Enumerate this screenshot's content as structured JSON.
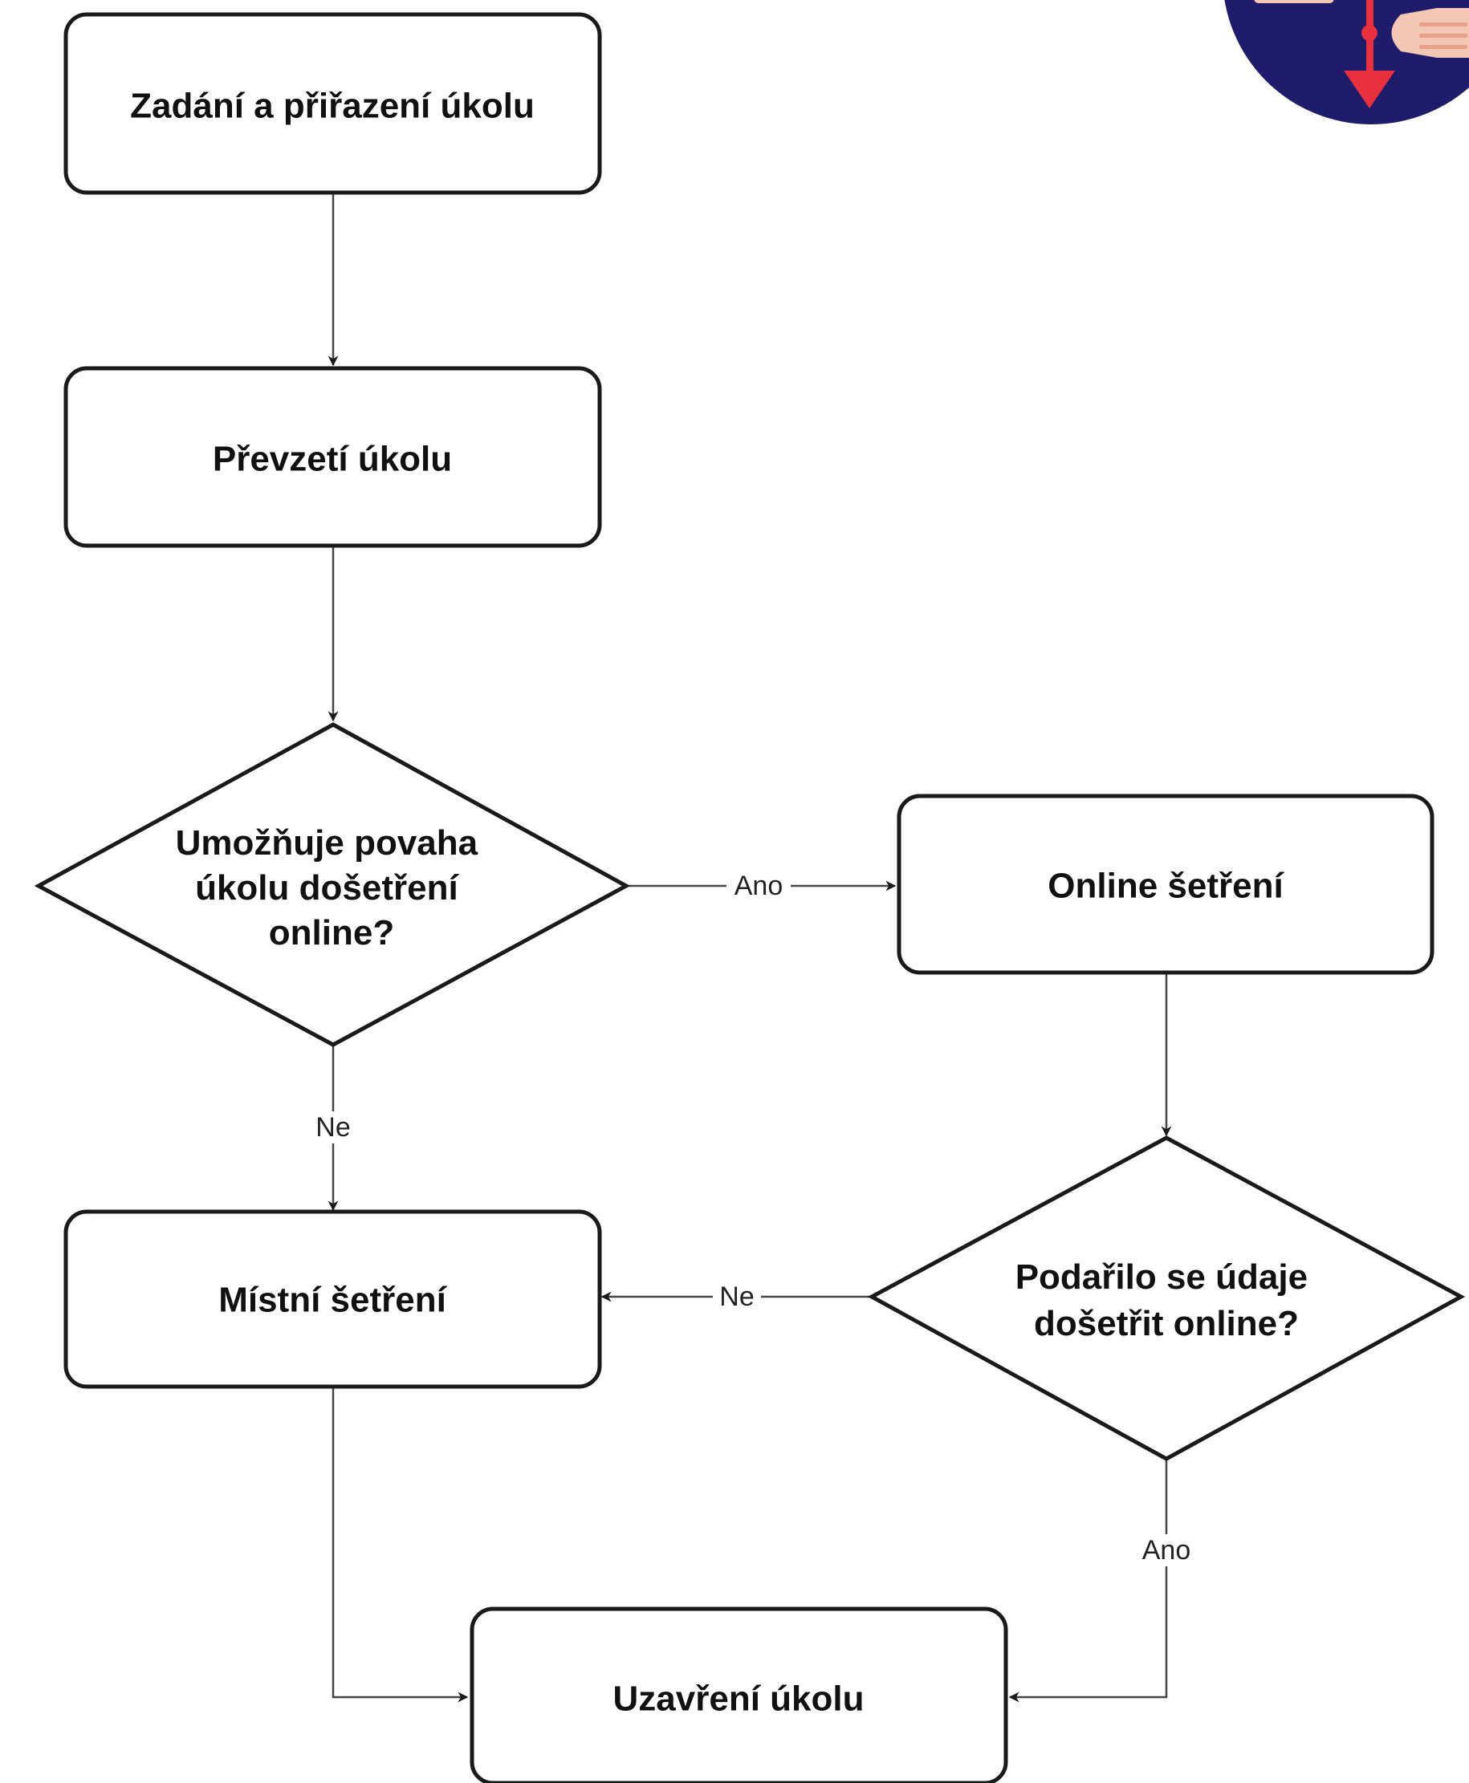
{
  "nodes": {
    "assign": {
      "label": "Zadání a přiřazení úkolu",
      "shape": "process"
    },
    "takeover": {
      "label": "Převzetí úkolu",
      "shape": "process"
    },
    "decision_online": {
      "label_lines": [
        "Umožňuje povaha",
        "úkolu došetření",
        "online?"
      ],
      "shape": "decision"
    },
    "online_investigation": {
      "label": "Online šetření",
      "shape": "process"
    },
    "decision_success": {
      "label_lines": [
        "Podařilo se údaje",
        "došetřit online?"
      ],
      "shape": "decision"
    },
    "local_investigation": {
      "label": "Místní šetření",
      "shape": "process"
    },
    "close": {
      "label": "Uzavření úkolu",
      "shape": "process"
    }
  },
  "edges": {
    "yes_to_online": {
      "from": "decision_online",
      "to": "online_investigation",
      "label": "Ano"
    },
    "no_to_local": {
      "from": "decision_online",
      "to": "local_investigation",
      "label": "Ne"
    },
    "no_success_to_local": {
      "from": "decision_success",
      "to": "local_investigation",
      "label": "Ne"
    },
    "yes_success_to_close": {
      "from": "decision_success",
      "to": "close",
      "label": "Ano"
    }
  },
  "colors": {
    "stroke": "#1a1a1a",
    "connector": "#444444",
    "badge_circle": "#1e1c6b",
    "badge_arrow": "#e8303f",
    "badge_card": "#f4c7b5"
  }
}
